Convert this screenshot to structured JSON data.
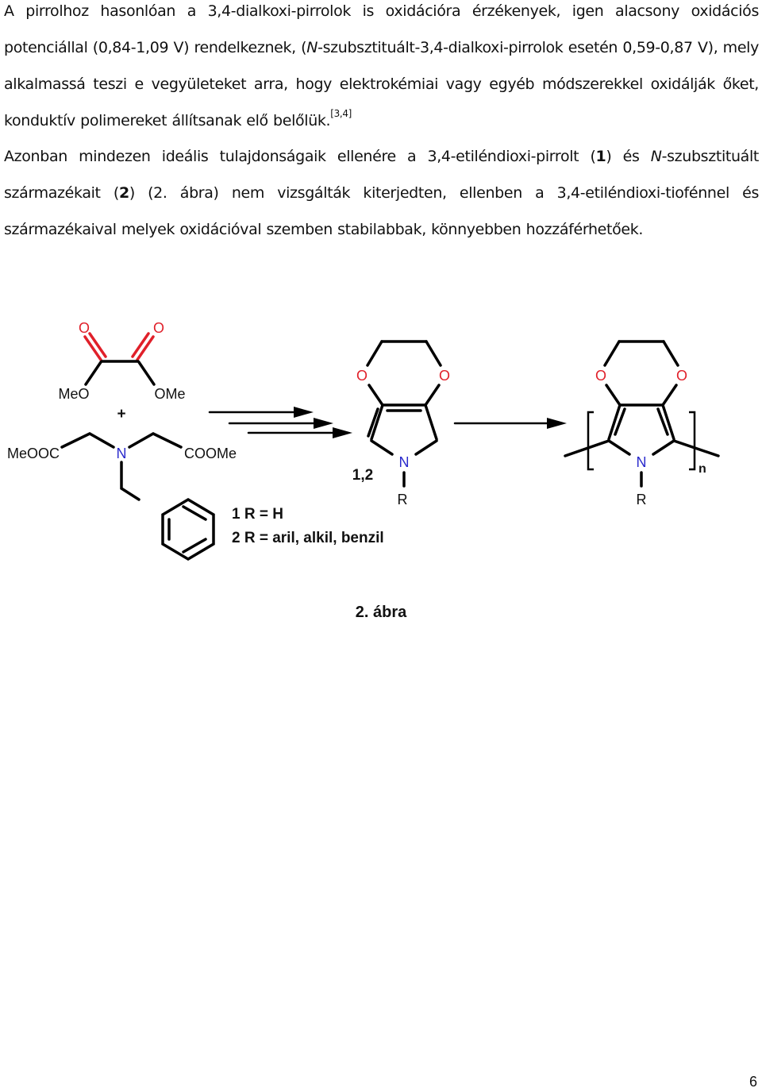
{
  "paragraph1": {
    "text": "A pirrolhoz hasonlóan a 3,4-dialkoxi-pirrolok is oxidációra érzékenyek, igen alacsony oxidációs potenciállal (0,84-1,09 V) rendelkeznek, (",
    "italic_n": "N",
    "text2": "-szubsztituált-3,4-dialkoxi-pirrolok esetén 0,59-0,87 V), mely alkalmassá teszi e vegyületeket arra, hogy elektrokémiai vagy egyéb módszerekkel oxidálják őket, konduktív polimereket állítsanak elő belőlük.",
    "ref": "[3,4]"
  },
  "paragraph2": {
    "text": "Azonban mindezen ideális tulajdonságaik ellenére a 3,4-etiléndioxi-pirrolt (",
    "bold1": "1",
    "text2": ") és ",
    "italic_n": "N",
    "text3": "-szubsztituált származékait (",
    "bold2": "2",
    "text4": ") (2. ábra) nem vizsgálták kiterjedten, ellenben a 3,4-etiléndioxi-tiofénnel és származékaival melyek oxidációval szemben stabilabbak, könnyebben hozzáférhetőek."
  },
  "scheme": {
    "atom_o": "O",
    "atom_n": "N",
    "meo": "MeO",
    "ome": "OMe",
    "plus": "+",
    "meooc": "MeOOC",
    "coome": "COOMe",
    "compound_label": "1,2",
    "r": "R",
    "legend1": "1 R = H",
    "legend2": "2 R = aril, alkil, benzil",
    "n_sub": "n"
  },
  "caption": "2. ábra",
  "page_number": "6",
  "colors": {
    "oxygen": "#e0202a",
    "nitrogen": "#2a2acc",
    "bond": "#000000"
  }
}
